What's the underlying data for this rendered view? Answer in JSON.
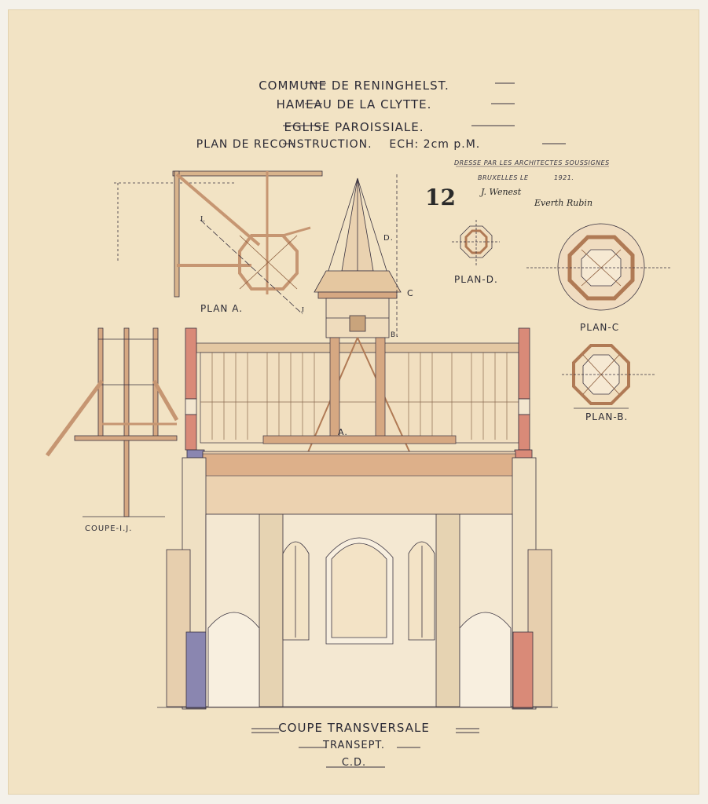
{
  "title_block": {
    "line1": "COMMUNE DE RENINGHELST.",
    "line2": "HAMEAU DE LA CLYTTE.",
    "line3": "EGLISE PAROISSIALE.",
    "line4_plan": "PLAN DE RECONSTRUCTION.",
    "line4_scale": "ECH: 2cm p.M."
  },
  "architect_note": {
    "line1": "DRESSE PAR LES ARCHITECTES SOUSSIGNES",
    "line2_prefix": "BRUXELLES LE",
    "line2_year": "1921."
  },
  "signatures": [
    "J. Wenest",
    "Everth Rubin"
  ],
  "sheet_number": "12",
  "view_labels": {
    "plan_a": "PLAN A.",
    "plan_b": "PLAN-B.",
    "plan_c": "PLAN-C",
    "plan_d": "PLAN-D.",
    "coupe_ij": "COUPE-I.J.",
    "marker_a": "A.",
    "marker_b": "B.",
    "marker_c": "C",
    "marker_d": "D.",
    "marker_i": "I.",
    "marker_j": "J."
  },
  "bottom_title": {
    "line1": "COUPE TRANSVERSALE",
    "line2": "TRANSEPT.",
    "line3": "C.D."
  },
  "colors": {
    "paper": "#f2e3c4",
    "ink": "#2b2a35",
    "timber": "#b07a55",
    "brick_red": "#d98a78",
    "slate_blue": "#8a86b0"
  }
}
